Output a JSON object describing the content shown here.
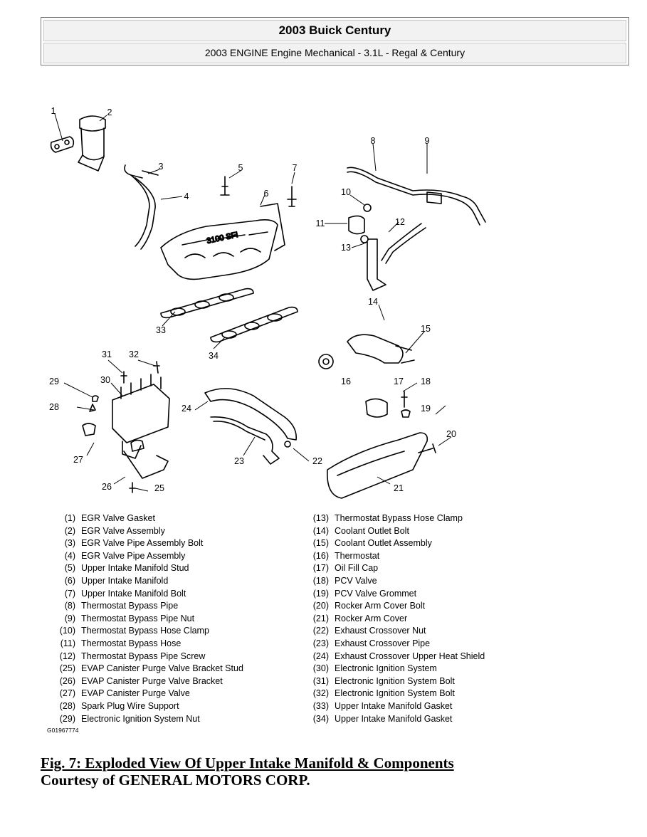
{
  "header": {
    "title": "2003 Buick Century",
    "subtitle": "2003 ENGINE Engine Mechanical - 3.1L - Regal & Century"
  },
  "diagram": {
    "callouts": [
      "1",
      "2",
      "3",
      "4",
      "5",
      "6",
      "7",
      "8",
      "9",
      "10",
      "11",
      "12",
      "13",
      "14",
      "15",
      "16",
      "17",
      "18",
      "19",
      "20",
      "21",
      "22",
      "23",
      "24",
      "25",
      "26",
      "27",
      "28",
      "29",
      "30",
      "31",
      "32",
      "33",
      "34"
    ],
    "embossed_text": "3100 SFI"
  },
  "legend_left": [
    {
      "num": "(1)",
      "label": "EGR Valve Gasket"
    },
    {
      "num": "(2)",
      "label": "EGR Valve Assembly"
    },
    {
      "num": "(3)",
      "label": "EGR Valve Pipe Assembly Bolt"
    },
    {
      "num": "(4)",
      "label": "EGR Valve Pipe Assembly"
    },
    {
      "num": "(5)",
      "label": "Upper Intake Manifold Stud"
    },
    {
      "num": "(6)",
      "label": "Upper Intake Manifold"
    },
    {
      "num": "(7)",
      "label": "Upper Intake Manifold Bolt"
    },
    {
      "num": "(8)",
      "label": "Thermostat Bypass Pipe"
    },
    {
      "num": "(9)",
      "label": "Thermostat Bypass Pipe Nut"
    },
    {
      "num": "(10)",
      "label": "Thermostat Bypass Hose Clamp"
    },
    {
      "num": "(11)",
      "label": "Thermostat Bypass Hose"
    },
    {
      "num": "(12)",
      "label": "Thermostat Bypass Pipe Screw"
    },
    {
      "num": "(25)",
      "label": "EVAP Canister Purge Valve Bracket Stud"
    },
    {
      "num": "(26)",
      "label": "EVAP Canister Purge Valve Bracket"
    },
    {
      "num": "(27)",
      "label": "EVAP Canister Purge Valve"
    },
    {
      "num": "(28)",
      "label": "Spark Plug Wire Support"
    },
    {
      "num": "(29)",
      "label": "Electronic Ignition System Nut"
    }
  ],
  "legend_right": [
    {
      "num": "(13)",
      "label": "Thermostat Bypass Hose Clamp"
    },
    {
      "num": "(14)",
      "label": "Coolant Outlet Bolt"
    },
    {
      "num": "(15)",
      "label": "Coolant Outlet Assembly"
    },
    {
      "num": "(16)",
      "label": "Thermostat"
    },
    {
      "num": "(17)",
      "label": "Oil Fill Cap"
    },
    {
      "num": "(18)",
      "label": "PCV Valve"
    },
    {
      "num": "(19)",
      "label": "PCV Valve Grommet"
    },
    {
      "num": "(20)",
      "label": "Rocker Arm Cover Bolt"
    },
    {
      "num": "(21)",
      "label": "Rocker Arm Cover"
    },
    {
      "num": "(22)",
      "label": "Exhaust Crossover Nut"
    },
    {
      "num": "(23)",
      "label": "Exhaust Crossover Pipe"
    },
    {
      "num": "(24)",
      "label": "Exhaust Crossover Upper Heat Shield"
    },
    {
      "num": "(30)",
      "label": "Electronic Ignition System"
    },
    {
      "num": "(31)",
      "label": "Electronic Ignition System Bolt"
    },
    {
      "num": "(32)",
      "label": "Electronic Ignition System Bolt"
    },
    {
      "num": "(33)",
      "label": "Upper Intake Manifold Gasket"
    },
    {
      "num": "(34)",
      "label": "Upper Intake Manifold Gasket"
    }
  ],
  "figure_code": "G01967774",
  "caption": {
    "title": "Fig. 7: Exploded View Of Upper Intake Manifold & Components",
    "credit": "Courtesy of GENERAL MOTORS CORP."
  }
}
